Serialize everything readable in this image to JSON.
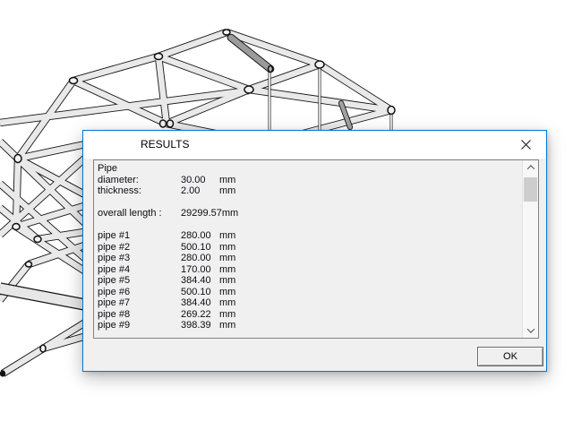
{
  "window": {
    "title": "RESULTS",
    "ok_label": "OK"
  },
  "icons": {
    "close": "x-close",
    "scroll_up": "chevron-up",
    "scroll_down": "chevron-down"
  },
  "colors": {
    "accent_border": "#0078d7",
    "client_bg": "#f0f0f0",
    "titlebar_bg": "#ffffff",
    "tube_fill": "#e9e9e9",
    "scroll_thumb": "#cdcdcd"
  },
  "results": {
    "rows": [
      {
        "label": "Pipe",
        "value": "",
        "unit": ""
      },
      {
        "label": "diameter:",
        "value": "30.00",
        "unit": "mm"
      },
      {
        "label": "thickness:",
        "value": "2.00",
        "unit": "mm"
      },
      {
        "label": "",
        "value": "",
        "unit": ""
      },
      {
        "label": "overall length :",
        "value": "29299.57",
        "unit": "mm"
      },
      {
        "label": "",
        "value": "",
        "unit": ""
      },
      {
        "label": "pipe #1",
        "value": "280.00",
        "unit": "mm"
      },
      {
        "label": "pipe #2",
        "value": "500.10",
        "unit": "mm"
      },
      {
        "label": "pipe #3",
        "value": "280.00",
        "unit": "mm"
      },
      {
        "label": "pipe #4",
        "value": "170.00",
        "unit": "mm"
      },
      {
        "label": "pipe #5",
        "value": "384.40",
        "unit": "mm"
      },
      {
        "label": "pipe #6",
        "value": "500.10",
        "unit": "mm"
      },
      {
        "label": "pipe #7",
        "value": "384.40",
        "unit": "mm"
      },
      {
        "label": "pipe #8",
        "value": "269.22",
        "unit": "mm"
      },
      {
        "label": "pipe #9",
        "value": "398.39",
        "unit": "mm"
      }
    ]
  }
}
